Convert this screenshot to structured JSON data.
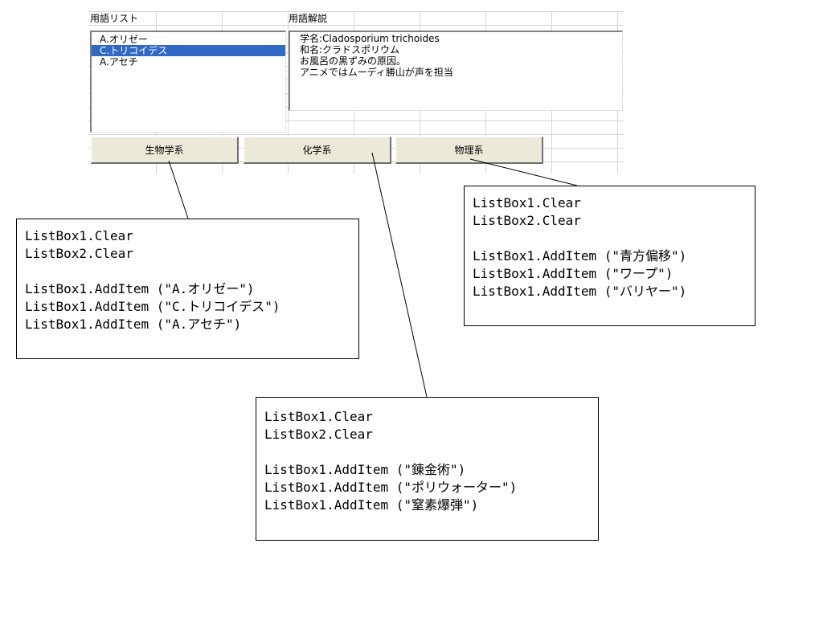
{
  "sheet": {
    "term_list_label": "用語リスト",
    "term_desc_label": "用語解説"
  },
  "listbox1": {
    "items": [
      {
        "label": "A.オリゼー",
        "selected": false
      },
      {
        "label": "C.トリコイデス",
        "selected": true
      },
      {
        "label": "A.アセチ",
        "selected": false
      }
    ]
  },
  "listbox2": {
    "lines": [
      "学名:Cladosporium trichoides",
      "和名:クラドスポリウム",
      "お風呂の黒ずみの原因。",
      "アニメではムーディ勝山が声を担当"
    ]
  },
  "buttons": {
    "biology": "生物学系",
    "chemistry": "化学系",
    "physics": "物理系"
  },
  "code_biology": [
    "ListBox1.Clear",
    "ListBox2.Clear",
    "",
    "ListBox1.AddItem (\"A.オリゼー\")",
    "ListBox1.AddItem (\"C.トリコイデス\")",
    "ListBox1.AddItem (\"A.アセチ\")"
  ],
  "code_physics": [
    "ListBox1.Clear",
    "ListBox2.Clear",
    "",
    "ListBox1.AddItem (\"青方偏移\")",
    "ListBox1.AddItem (\"ワープ\")",
    "ListBox1.AddItem (\"バリヤー\")"
  ],
  "code_chemistry": [
    "ListBox1.Clear",
    "ListBox2.Clear",
    "",
    "ListBox1.AddItem (\"錬金術\")",
    "ListBox1.AddItem (\"ポリウォーター\")",
    "ListBox1.AddItem (\"窒素爆弾\")"
  ],
  "colors": {
    "selection": "#316ac5",
    "button_face": "#ece9d8",
    "grid": "#d4d4d4"
  }
}
